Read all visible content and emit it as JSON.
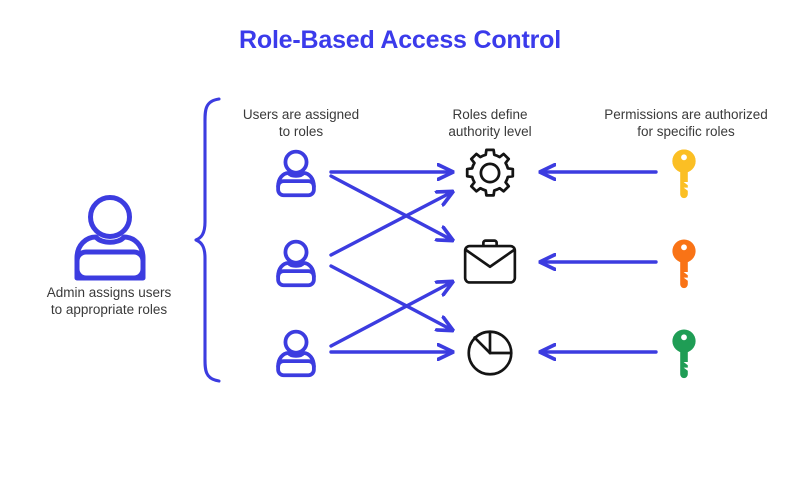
{
  "title": "Role-Based Access Control",
  "colors": {
    "brand_blue": "#3b3beb",
    "arrow_blue": "#3c3ce0",
    "icon_black": "#141414",
    "text_gray": "#3a3a3a",
    "key_yellow": "#fbbf24",
    "key_orange": "#f97316",
    "key_green": "#1f9d55",
    "background": "#ffffff"
  },
  "captions": {
    "users": "Users are assigned\nto roles",
    "roles": "Roles define\nauthority level",
    "permissions": "Permissions are authorized\nfor specific roles",
    "admin": "Admin assigns users\nto appropriate roles"
  },
  "admin": {
    "icon": "user-icon",
    "label": "Admin assigns users\nto appropriate roles"
  },
  "users": [
    {
      "icon": "user-icon",
      "position": "top"
    },
    {
      "icon": "user-icon",
      "position": "middle"
    },
    {
      "icon": "user-icon",
      "position": "bottom"
    }
  ],
  "roles": [
    {
      "icon": "gear-icon",
      "position": "top"
    },
    {
      "icon": "briefcase-icon",
      "position": "middle"
    },
    {
      "icon": "pie-chart-icon",
      "position": "bottom"
    }
  ],
  "permissions": [
    {
      "icon": "key-icon",
      "color": "#fbbf24",
      "position": "top"
    },
    {
      "icon": "key-icon",
      "color": "#f97316",
      "position": "middle"
    },
    {
      "icon": "key-icon",
      "color": "#1f9d55",
      "position": "bottom"
    }
  ],
  "connections": {
    "user_to_role": [
      {
        "from": "user-top",
        "to": "role-top",
        "style": "straight"
      },
      {
        "from": "user-top",
        "to": "role-middle",
        "style": "diagonal-down"
      },
      {
        "from": "user-middle",
        "to": "role-top",
        "style": "diagonal-up"
      },
      {
        "from": "user-middle",
        "to": "role-bottom",
        "style": "diagonal-down"
      },
      {
        "from": "user-bottom",
        "to": "role-middle",
        "style": "diagonal-up"
      },
      {
        "from": "user-bottom",
        "to": "role-bottom",
        "style": "straight"
      }
    ],
    "permission_to_role": [
      {
        "from": "key-top",
        "to": "role-top",
        "style": "straight"
      },
      {
        "from": "key-middle",
        "to": "role-middle",
        "style": "straight"
      },
      {
        "from": "key-bottom",
        "to": "role-bottom",
        "style": "straight"
      }
    ],
    "brace": {
      "groups": "users",
      "orientation": "left"
    }
  }
}
